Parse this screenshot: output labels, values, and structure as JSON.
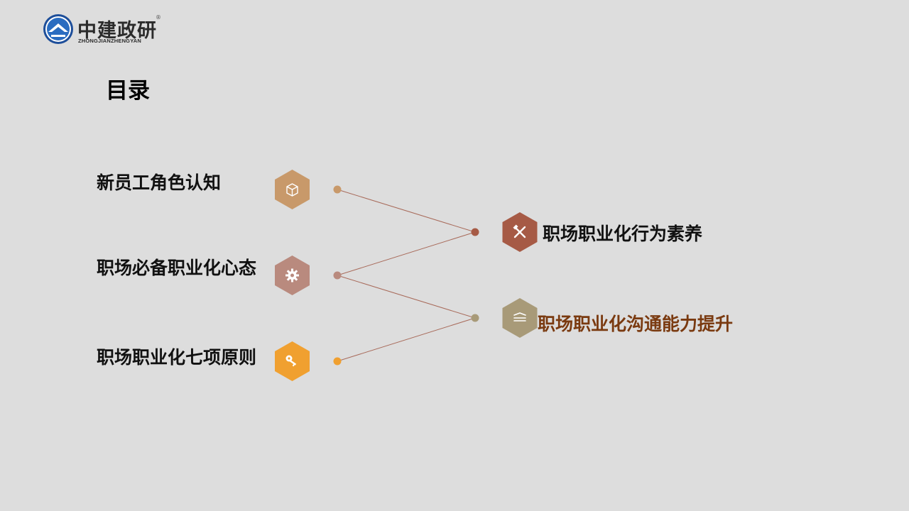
{
  "logo": {
    "title": "中建政研",
    "subtitle": "ZHONGJIANZHENGYAN",
    "registered": "®",
    "icon": "zhongjian-emblem-icon"
  },
  "page": {
    "title": "目录"
  },
  "items": [
    {
      "label": "新员工角色认知",
      "icon": "cube-icon",
      "color": "#c8996a",
      "text_color": "#111111"
    },
    {
      "label": "职场必备职业化心态",
      "icon": "gear-icon",
      "color": "#b98a7e",
      "text_color": "#111111"
    },
    {
      "label": "职场职业化七项原则",
      "icon": "key-icon",
      "color": "#f0a030",
      "text_color": "#111111"
    },
    {
      "label": "职场职业化行为素养",
      "icon": "tools-icon",
      "color": "#a65a45",
      "text_color": "#111111"
    },
    {
      "label": "职场职业化沟通能力提升",
      "icon": "layers-icon",
      "color": "#a89a78",
      "text_color": "#7a3a10"
    }
  ],
  "connectors": [
    {
      "from": "新员工角色认知",
      "to": "职场职业化行为素养"
    },
    {
      "from": "职场必备职业化心态",
      "to": "职场职业化行为素养"
    },
    {
      "from": "职场必备职业化心态",
      "to": "职场职业化沟通能力提升"
    },
    {
      "from": "职场职业化七项原则",
      "to": "职场职业化沟通能力提升"
    }
  ],
  "colors": {
    "line": "#a86a5a",
    "background": "#dddddd"
  }
}
